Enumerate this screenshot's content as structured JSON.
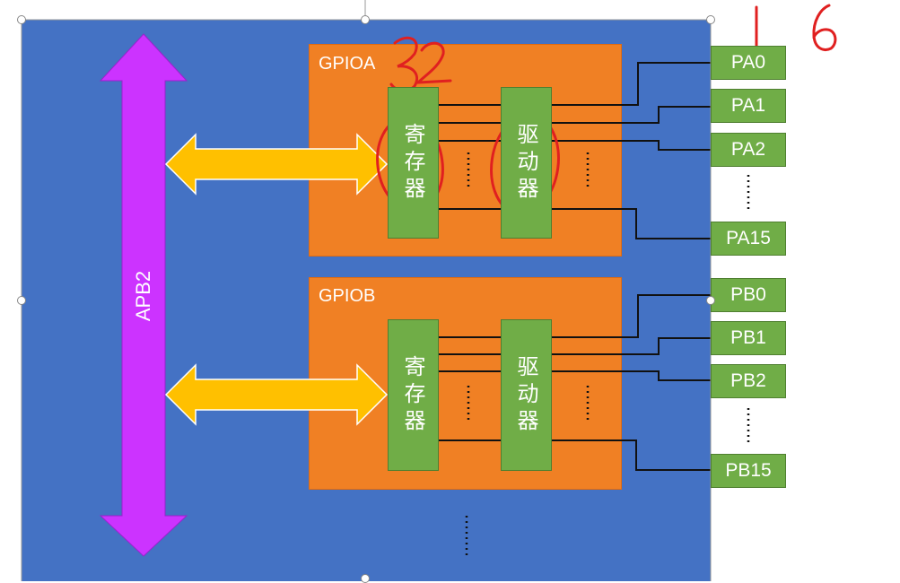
{
  "bus": {
    "label": "APB2"
  },
  "gpio_a": {
    "title": "GPIOA",
    "register": "寄存器",
    "driver": "驱动器",
    "pins": [
      "PA0",
      "PA1",
      "PA2",
      "PA15"
    ]
  },
  "gpio_b": {
    "title": "GPIOB",
    "register": "寄存器",
    "driver": "驱动器",
    "pins": [
      "PB0",
      "PB1",
      "PB2",
      "PB15"
    ]
  },
  "annotations": {
    "bits": "32",
    "pins_per_port": "16"
  },
  "colors": {
    "panel": "#4472c4",
    "gpio": "#f08024",
    "block": "#70ad47",
    "bus": "#cc33ff",
    "arrow": "#ffc000",
    "ink": "#e02020"
  }
}
